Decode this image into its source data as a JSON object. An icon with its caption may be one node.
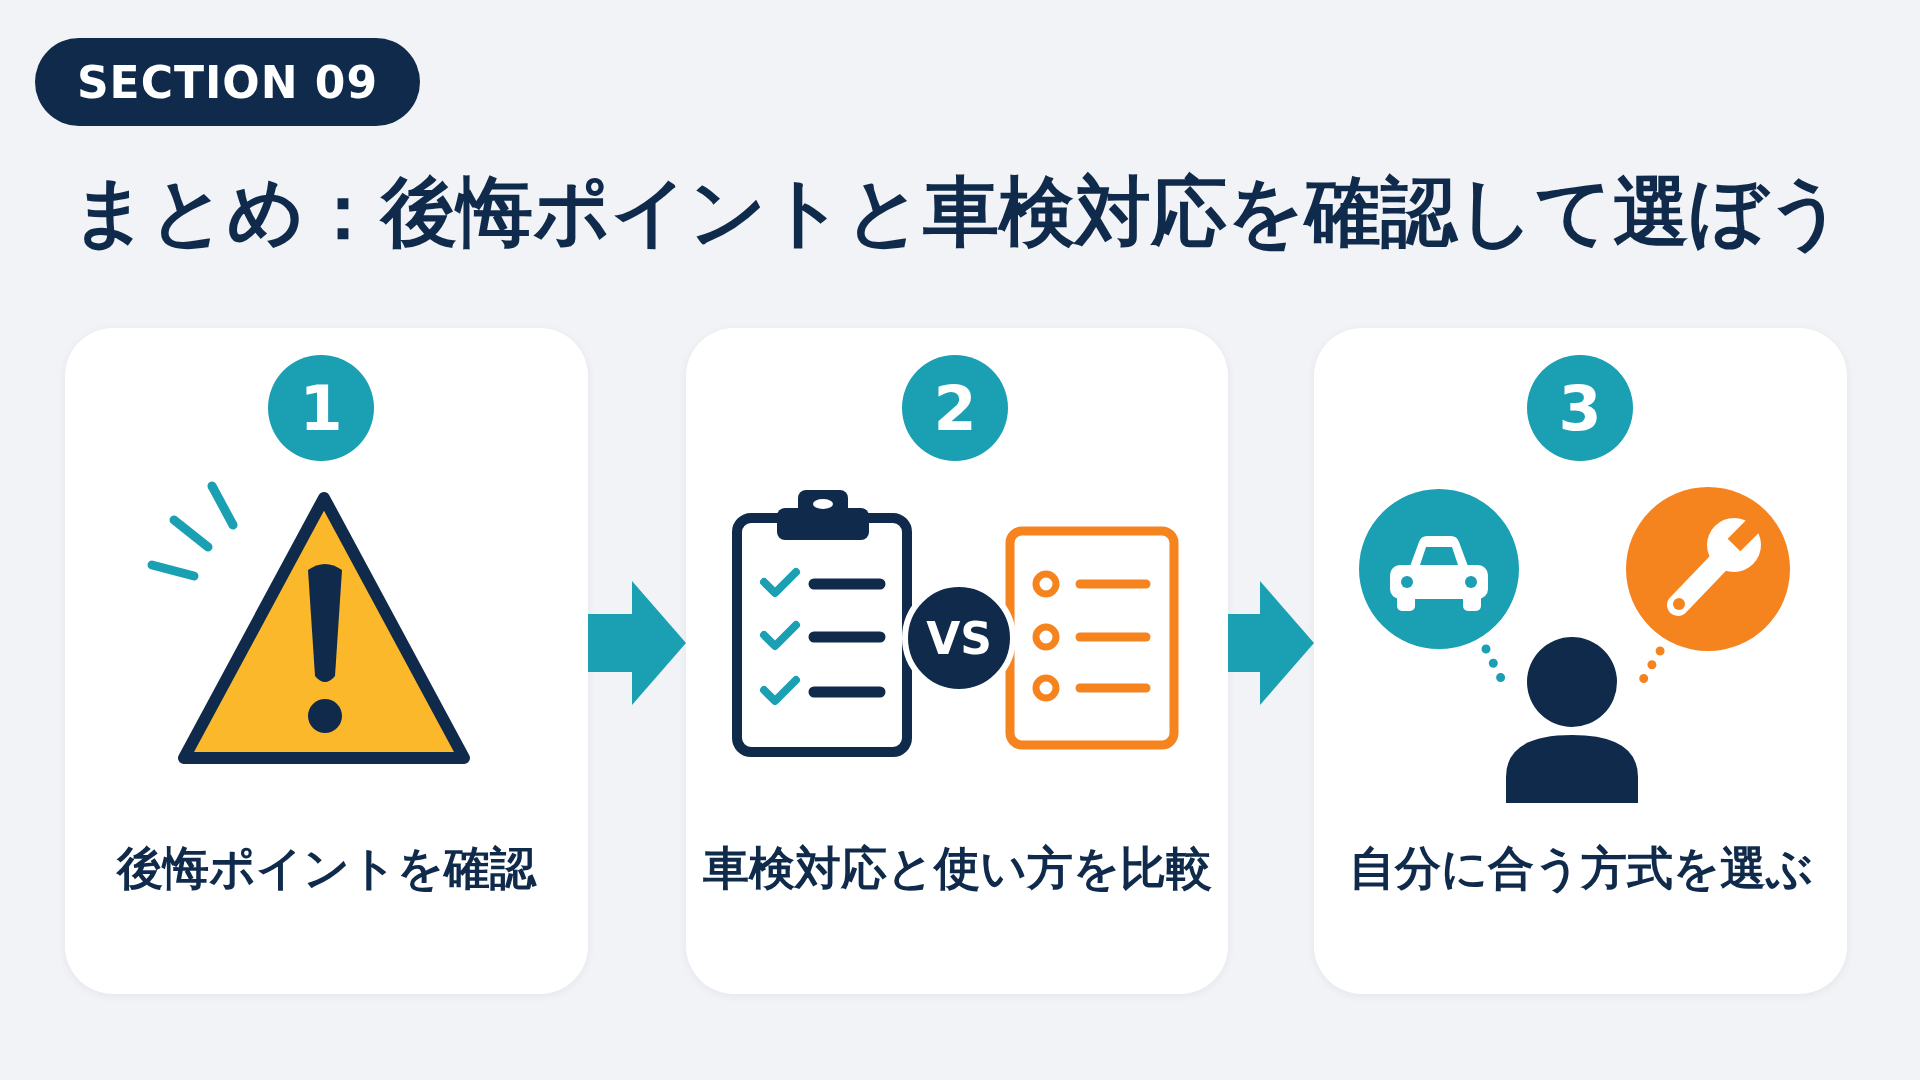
{
  "diagram": {
    "title": "まとめ：後悔ポイントと車検対応を確認して選ぼう",
    "nodes": [
      {
        "text": [
          "SECTION 09"
        ]
      },
      {
        "text": [
          "後悔ポイントを確認"
        ]
      },
      {
        "text": [
          "1"
        ],
        "in": 1
      },
      {
        "text": [
          "車検対応と使い方を比較"
        ]
      },
      {
        "text": [
          "2"
        ],
        "in": 3
      },
      {
        "text": [
          "VS"
        ],
        "in": 3
      },
      {
        "text": [
          "自分に合う方式を選ぶ"
        ]
      },
      {
        "text": [
          "3"
        ],
        "in": 6
      },
      {
        "text": [],
        "shape": "circle",
        "in": 6
      },
      {
        "text": [],
        "shape": "circle",
        "in": 6
      },
      {
        "text": [],
        "shape": "person",
        "in": 6
      }
    ],
    "edges": [
      {
        "from": 1,
        "to": 3,
        "arrow": "to"
      },
      {
        "from": 3,
        "to": 6,
        "arrow": "to"
      },
      {
        "from": 8,
        "to": 10,
        "arrow": "none",
        "style": "dashed"
      },
      {
        "from": 9,
        "to": 10,
        "arrow": "none",
        "style": "dashed",
        "color": "#f5841f"
      }
    ]
  }
}
